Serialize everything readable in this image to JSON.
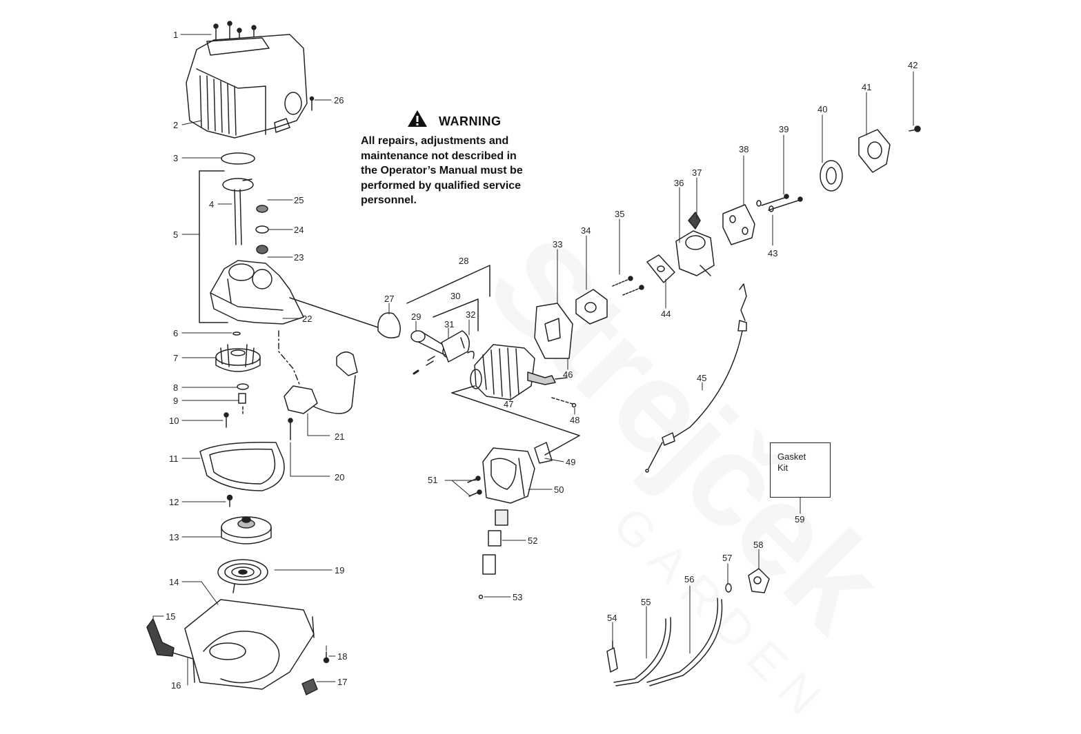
{
  "warning": {
    "title": "WARNING",
    "lines": [
      "All repairs, adjustments and",
      "maintenance not described in",
      "the Operator’s Manual must be",
      "performed by qualified service",
      "personnel."
    ]
  },
  "gasket_kit": {
    "label_line1": "Gasket",
    "label_line2": "Kit",
    "number": "59"
  },
  "watermark": {
    "brand": "Strejček",
    "sub": "GARDEN"
  },
  "callouts": [
    "1",
    "2",
    "3",
    "4",
    "5",
    "6",
    "7",
    "8",
    "9",
    "10",
    "11",
    "12",
    "13",
    "14",
    "15",
    "16",
    "17",
    "18",
    "19",
    "20",
    "21",
    "22",
    "23",
    "24",
    "25",
    "26",
    "27",
    "28",
    "29",
    "30",
    "31",
    "32",
    "33",
    "34",
    "35",
    "36",
    "37",
    "38",
    "39",
    "40",
    "41",
    "42",
    "43",
    "44",
    "45",
    "46",
    "47",
    "48",
    "49",
    "50",
    "51",
    "52",
    "53",
    "54",
    "55",
    "56",
    "57",
    "58"
  ],
  "colors": {
    "ink": "#222222",
    "part_fill": "#ffffff",
    "part_shade": "#cfcfcf"
  }
}
